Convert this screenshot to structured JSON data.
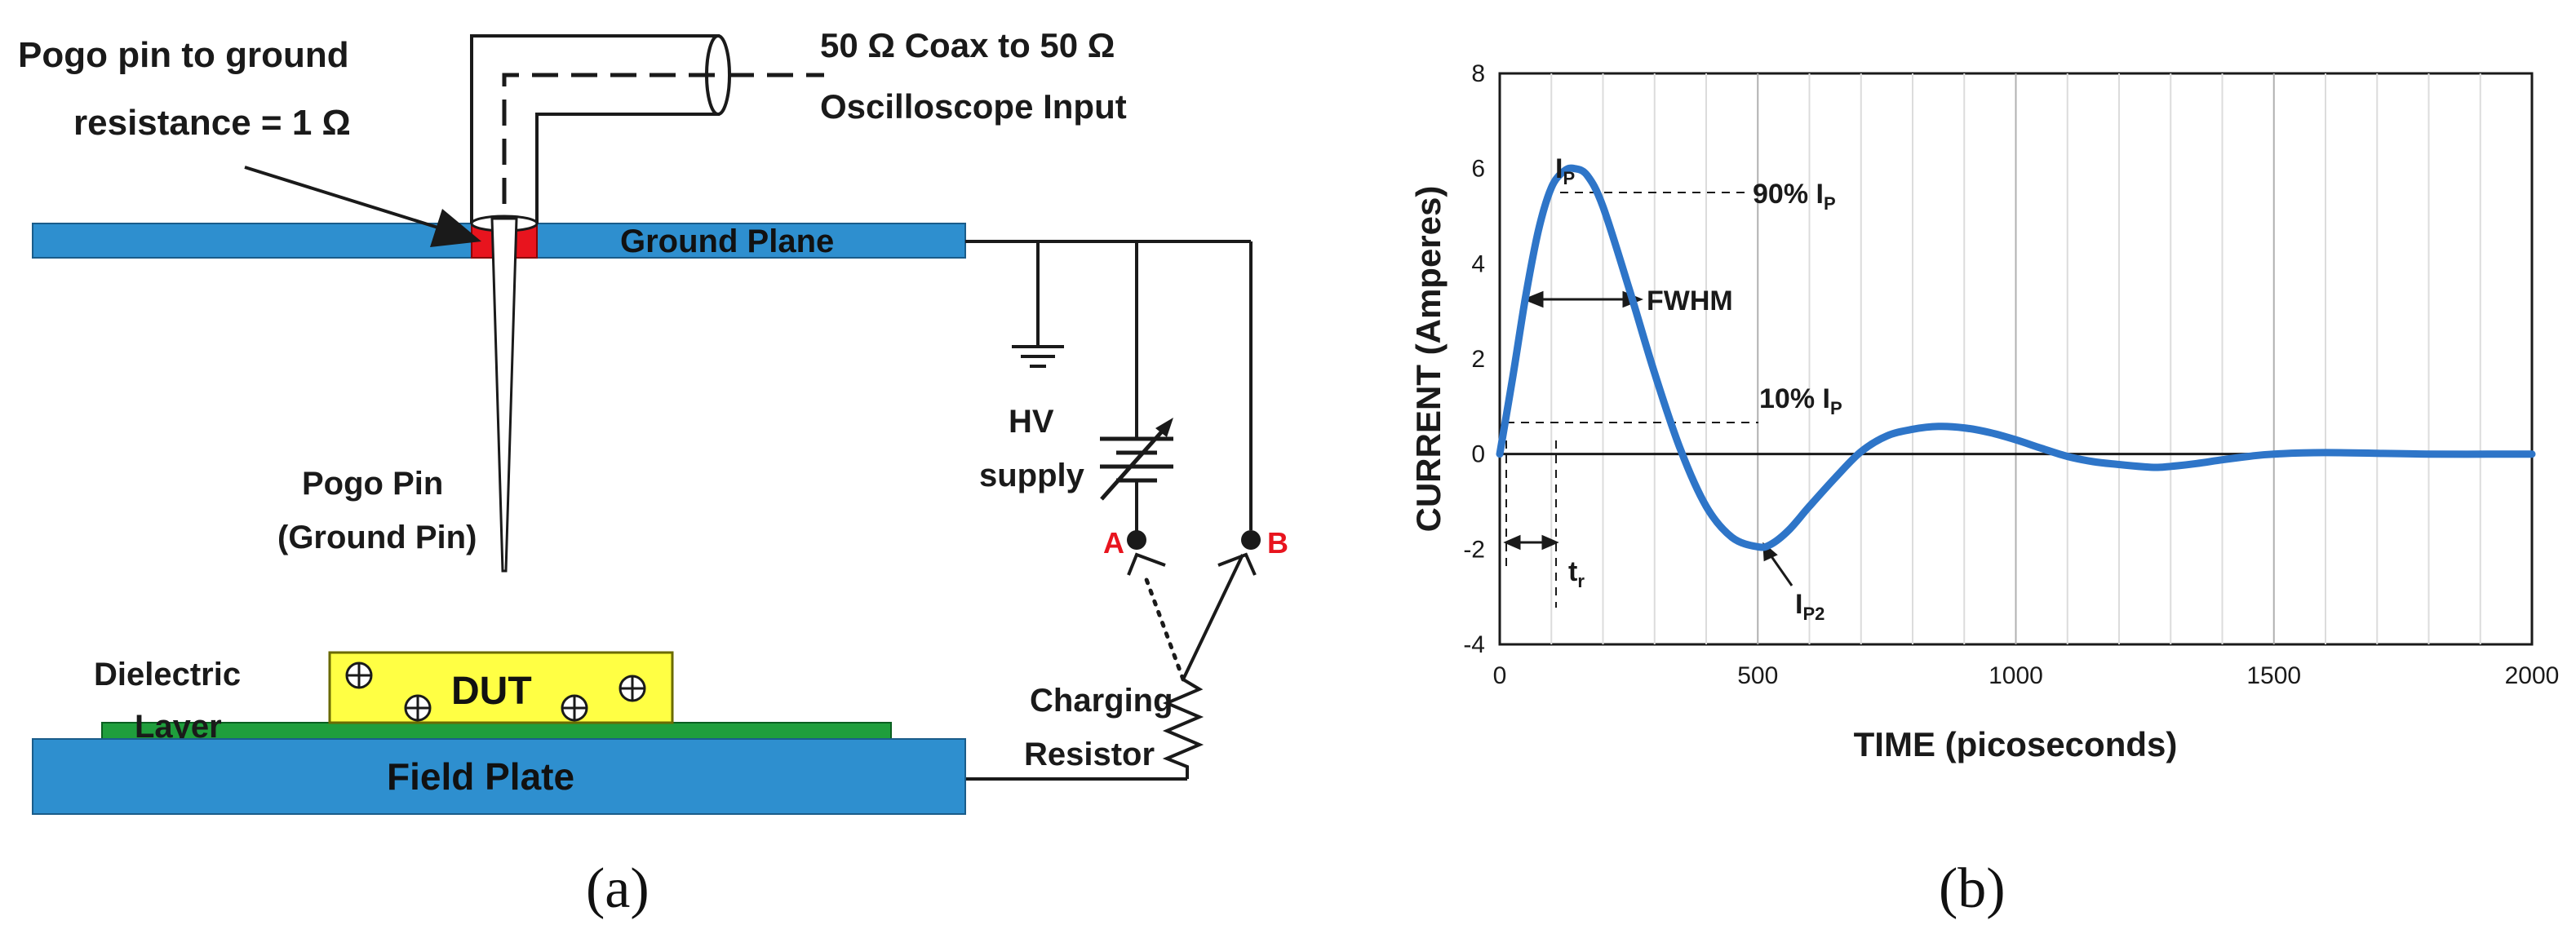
{
  "panel_a": {
    "label": "(a)",
    "pogo_resistance_line1": "Pogo pin to ground",
    "pogo_resistance_line2": "resistance = 1 Ω",
    "coax_line1": "50 Ω Coax to 50 Ω",
    "coax_line2": "Oscilloscope Input",
    "ground_plane": "Ground Plane",
    "pogo_pin_line1": "Pogo Pin",
    "pogo_pin_line2": "(Ground Pin)",
    "hv_line1": "HV",
    "hv_line2": "supply",
    "node_a": "A",
    "node_b": "B",
    "dielectric_line1": "Dielectric",
    "dielectric_line2": "Layer",
    "dut": "DUT",
    "field_plate": "Field Plate",
    "charging_line1": "Charging",
    "charging_line2": "Resistor",
    "colors": {
      "plane_blue": "#2e8fcf",
      "dut_yellow": "#ffff44",
      "dielectric_green": "#1f9e3c",
      "contact_red": "#e8141e"
    }
  },
  "panel_b": {
    "label": "(b)",
    "annotations": {
      "ip_base": "I",
      "ip_sub": "P",
      "pct90_base": "90% I",
      "pct90_sub": "P",
      "fwhm": "FWHM",
      "pct10_base": "10% I",
      "pct10_sub": "P",
      "tr_base": "t",
      "tr_sub": "r",
      "ip2_base": "I",
      "ip2_sub": "P2"
    }
  },
  "chart_data": {
    "type": "line",
    "title": "",
    "xlabel": "TIME (picoseconds)",
    "ylabel": "CURRENT (Amperes)",
    "xlim": [
      0,
      2000
    ],
    "ylim": [
      -4,
      8
    ],
    "x_ticks": [
      0,
      500,
      1000,
      1500,
      2000
    ],
    "y_ticks": [
      -4,
      -2,
      0,
      2,
      4,
      6,
      8
    ],
    "grid": "vertical",
    "series_color": "#2e75c8",
    "series": [
      {
        "x": [
          0,
          25,
          50,
          75,
          100,
          125,
          145,
          170,
          200,
          250,
          300,
          350,
          400,
          450,
          500,
          525,
          560,
          600,
          650,
          700,
          750,
          800,
          850,
          900,
          950,
          1000,
          1050,
          1100,
          1150,
          1200,
          1250,
          1275,
          1300,
          1350,
          1400,
          1450,
          1500,
          1600,
          1800,
          2000
        ],
        "y": [
          0,
          1.6,
          3.3,
          4.7,
          5.6,
          5.95,
          6.0,
          5.85,
          5.2,
          3.5,
          1.7,
          0.1,
          -1.1,
          -1.75,
          -1.95,
          -1.9,
          -1.6,
          -1.1,
          -0.5,
          0.05,
          0.38,
          0.52,
          0.58,
          0.55,
          0.45,
          0.3,
          0.12,
          -0.05,
          -0.16,
          -0.22,
          -0.27,
          -0.28,
          -0.26,
          -0.2,
          -0.12,
          -0.05,
          0.0,
          0.03,
          0.0,
          0.0
        ]
      }
    ]
  }
}
